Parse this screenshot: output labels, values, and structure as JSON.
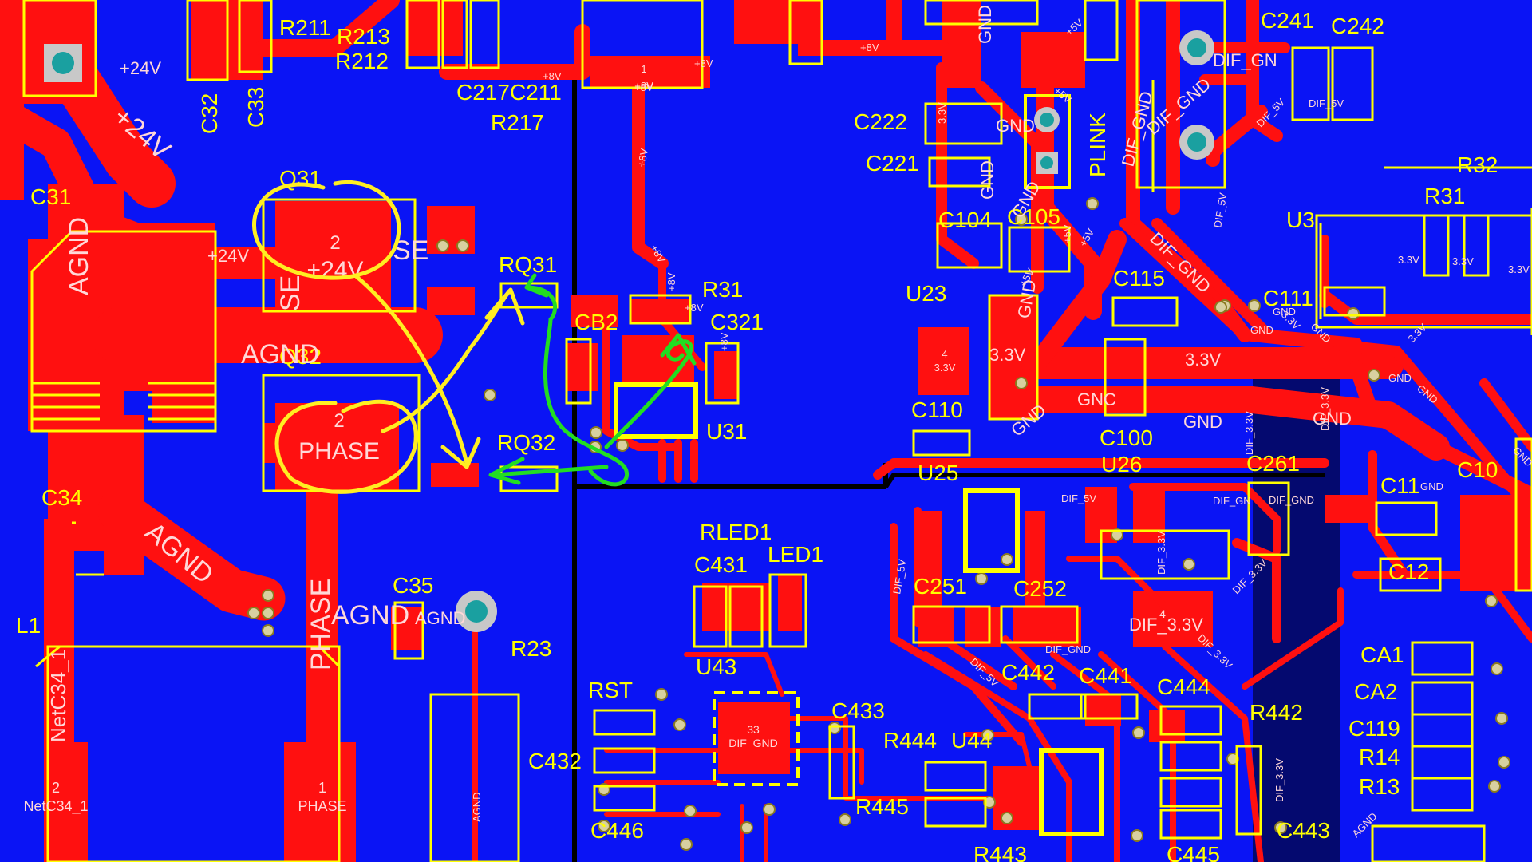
{
  "refdes": {
    "q31": "Q31",
    "q32": "Q32",
    "rq31": "RQ31",
    "rq32": "RQ32",
    "r31a": "R31",
    "r31b": "R31",
    "r32": "R32",
    "c321": "C321",
    "u31": "U31",
    "cb2": "CB2",
    "c31": "C31",
    "c32": "C32",
    "c33": "C33",
    "c34": "C34",
    "c35": "C35",
    "l1": "L1",
    "r211": "R211",
    "r213": "R213",
    "r212": "R212",
    "c217c211": "C217C211",
    "r217": "R217",
    "c222": "C222",
    "c221": "C221",
    "c104": "C104",
    "c105": "C105",
    "plink": "PLINK",
    "u23": "U23",
    "c115": "C115",
    "c110": "C110",
    "c100": "C100",
    "u25": "U25",
    "u26": "U26",
    "c111": "C111",
    "c261": "C261",
    "c11": "C11",
    "c12": "C12",
    "c10": "C10",
    "u3": "U3",
    "c241": "C241",
    "c242": "C242",
    "rled1": "RLED1",
    "c431": "C431",
    "led1": "LED1",
    "c251": "C251",
    "c252": "C252",
    "r23": "R23",
    "rst": "RST",
    "u43": "U43",
    "c433": "C433",
    "c432": "C432",
    "r444": "R444",
    "u44": "U44",
    "r445": "R445",
    "c442": "C442",
    "c441": "C441",
    "c444": "C444",
    "r442": "R442",
    "c446": "C446",
    "c443": "C443",
    "c445": "C445",
    "r443": "R443",
    "ca1": "CA1",
    "ca2": "CA2",
    "c119": "C119",
    "r14": "R14",
    "r13": "R13"
  },
  "nets": {
    "plus24v": "+24V",
    "agnd": "AGND",
    "phase": "PHASE",
    "plus8v": "+8V",
    "plus5v": "+5V",
    "gnd": "GND",
    "v33": "3.3V",
    "dif_gnd": "DIF_GND",
    "dif_5v": "DIF_5V",
    "dif_33v": "DIF_3.3V",
    "dif_gn": "DIF_GN",
    "gnc": "GNC",
    "se": "SE"
  },
  "pads": {
    "q31_pin": "2",
    "q31_net": "+24V",
    "q32_pin": "2",
    "q32_net": "PHASE",
    "l1_pin2": "2",
    "l1_pin1": "1",
    "l1_net2": "NetC34_1",
    "l1_net1": "PHASE",
    "netc34_side": "NetC34_1",
    "u23_pin": "4",
    "u23_net": "3.3V",
    "u26_pin": "4",
    "u26_net": "DIF_3.3V",
    "u43_pin": "33",
    "u43_net": "DIF_GND",
    "top_pin": "1",
    "top_net": "+8V"
  },
  "annotations": {
    "yellow_color": "#ffee22",
    "green_color": "#22dd22"
  },
  "colors": {
    "board": "#0a14f5",
    "copper": "#ff1010",
    "silkscreen": "#ffff00"
  }
}
